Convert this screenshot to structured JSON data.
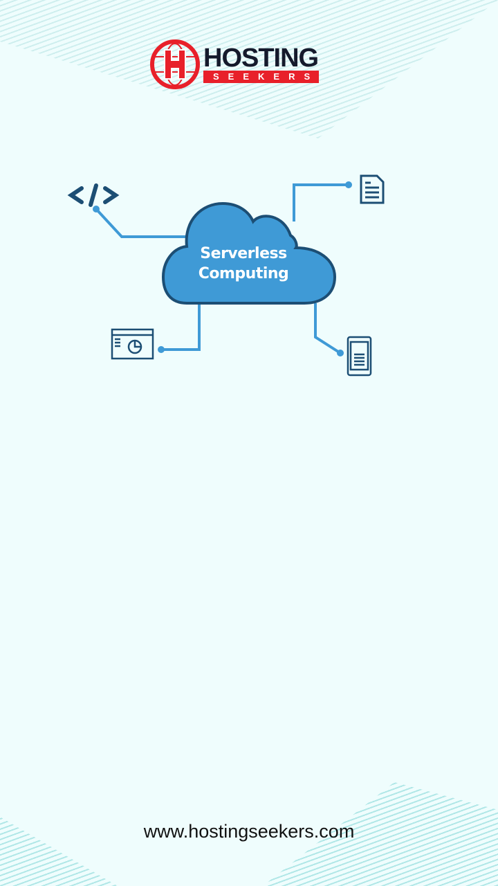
{
  "logo": {
    "word1": "HOSTING",
    "word2": "SEEKERS"
  },
  "diagram": {
    "center_label_line1": "Serverless",
    "center_label_line2": "Computing",
    "icons": [
      "code-icon",
      "document-icon",
      "dashboard-chart-icon",
      "mobile-code-icon"
    ]
  },
  "colors": {
    "background": "#effdfd",
    "cloud": "#3f9ad6",
    "outline": "#1c4e74",
    "brand_red": "#e8202a"
  },
  "footer": {
    "url": "www.hostingseekers.com"
  }
}
